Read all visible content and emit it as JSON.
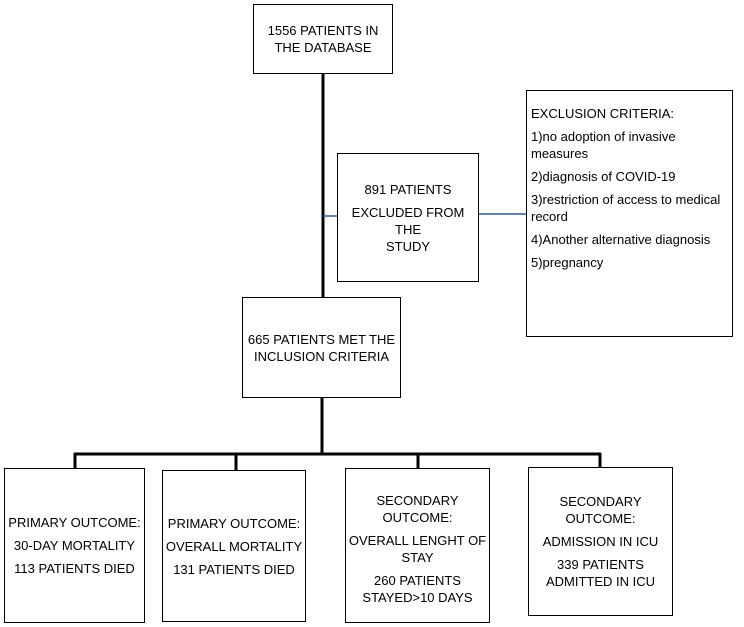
{
  "colors": {
    "line": "#000000",
    "connector": "#2f5597"
  },
  "nodes": {
    "database": {
      "lines": [
        "1556 PATIENTS IN",
        "THE DATABASE"
      ]
    },
    "excluded": {
      "lines": [
        "891 PATIENTS",
        "EXCLUDED FROM THE",
        "STUDY"
      ]
    },
    "exclusion": {
      "title": "EXCLUSION CRITERIA:",
      "items": [
        "1)no adoption of invasive measures",
        "2)diagnosis of COVID-19",
        "3)restriction of access to medical record",
        "4)Another alternative diagnosis",
        "5)pregnancy"
      ]
    },
    "met": {
      "lines": [
        "665 PATIENTS MET THE",
        "INCLUSION CRITERIA"
      ]
    },
    "outcome1": {
      "lines": [
        "PRIMARY OUTCOME:",
        "30-DAY MORTALITY",
        "113 PATIENTS DIED"
      ]
    },
    "outcome2": {
      "lines": [
        "PRIMARY OUTCOME:",
        "OVERALL MORTALITY",
        "131 PATIENTS DIED"
      ]
    },
    "outcome3": {
      "lines": [
        "SECONDARY OUTCOME:",
        "OVERALL LENGHT OF STAY",
        "260 PATIENTS STAYED>10 DAYS"
      ]
    },
    "outcome4": {
      "lines": [
        "SECONDARY OUTCOME:",
        "ADMISSION IN ICU",
        "339 PATIENTS ADMITTED IN ICU"
      ]
    }
  }
}
